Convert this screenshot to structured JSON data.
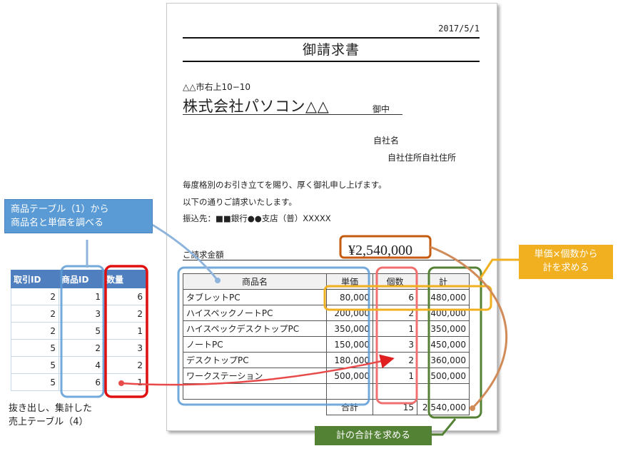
{
  "invoice": {
    "date": "2017/5/1",
    "title": "御請求書",
    "address": "△△市右上10−10",
    "company": "株式会社パソコン△△",
    "honorific": "御中",
    "own_name": "自社名",
    "own_address": "自社住所自社住所",
    "message_line1": "毎度格別のお引き立てを賜り、厚く御礼申し上げます。",
    "message_line2": "以下の通りご請求いたします。",
    "bank": "振込先：■■銀行●●支店（普）XXXXX",
    "amount_label": "ご請求金額",
    "amount": "¥2,540,000",
    "columns": [
      "商品名",
      "単価",
      "個数",
      "計"
    ],
    "rows": [
      {
        "name": "タブレットPC",
        "price": "80,000",
        "qty": "6",
        "total": "480,000"
      },
      {
        "name": "ハイスペックノートPC",
        "price": "200,000",
        "qty": "2",
        "total": "400,000"
      },
      {
        "name": "ハイスペックデスクトップPC",
        "price": "350,000",
        "qty": "1",
        "total": "350,000"
      },
      {
        "name": "ノートPC",
        "price": "150,000",
        "qty": "3",
        "total": "450,000"
      },
      {
        "name": "デスクトップPC",
        "price": "180,000",
        "qty": "2",
        "total": "360,000"
      },
      {
        "name": "ワークステーション",
        "price": "500,000",
        "qty": "1",
        "total": "500,000"
      }
    ],
    "total_label": "合計",
    "total_qty": "15",
    "total_amount": "2,540,000"
  },
  "sales_table": {
    "headers": [
      "取引ID",
      "商品ID",
      "数量"
    ],
    "rows": [
      [
        "2",
        "1",
        "6"
      ],
      [
        "2",
        "3",
        "2"
      ],
      [
        "2",
        "5",
        "1"
      ],
      [
        "5",
        "2",
        "3"
      ],
      [
        "5",
        "4",
        "2"
      ],
      [
        "5",
        "6",
        "1"
      ]
    ],
    "caption_line1": "抜き出し、集計した",
    "caption_line2": "売上テーブル（4）"
  },
  "callouts": {
    "blue_line1": "商品テーブル（1）から",
    "blue_line2": "商品名と単価を調べる",
    "yellow_line1": "単価×個数から",
    "yellow_line2": "計を求める",
    "green": "計の合計を求める"
  },
  "colors": {
    "blue": "#5b9bd5",
    "red": "#e02020",
    "yellow": "#f0b020",
    "green": "#548235",
    "orange": "#c55a11"
  }
}
